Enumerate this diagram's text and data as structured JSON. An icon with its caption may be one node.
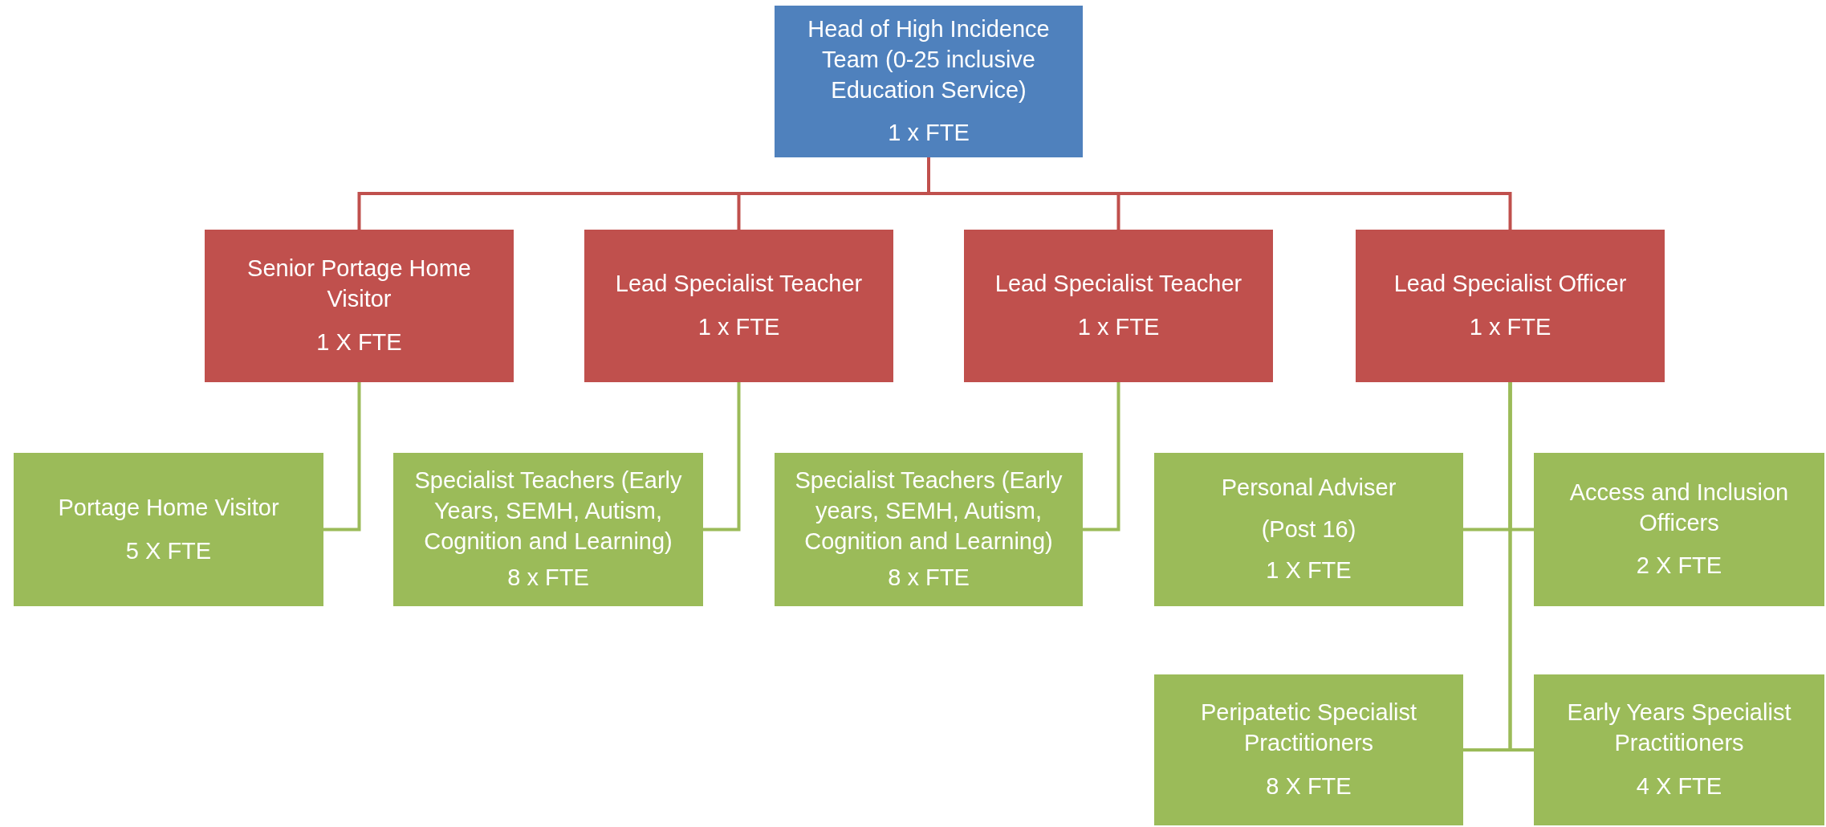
{
  "diagram": {
    "nodes": [
      {
        "text": [
          "Head of High Incidence Team (0-25 inclusive Education Service)",
          "1 x FTE"
        ]
      },
      {
        "text": [
          "Senior Portage Home Visitor",
          "1 X FTE"
        ]
      },
      {
        "text": [
          "Lead Specialist Teacher",
          "1 x FTE"
        ]
      },
      {
        "text": [
          "Lead Specialist Teacher",
          "1 x FTE"
        ]
      },
      {
        "text": [
          "Lead Specialist Officer",
          "1 x FTE"
        ]
      },
      {
        "text": [
          "Portage Home Visitor",
          "5 X FTE"
        ]
      },
      {
        "text": [
          "Specialist Teachers (Early Years, SEMH, Autism, Cognition and Learning)",
          "8 x FTE"
        ]
      },
      {
        "text": [
          "Specialist Teachers (Early years, SEMH, Autism, Cognition and Learning)",
          "8 x FTE"
        ]
      },
      {
        "text": [
          "Personal Adviser",
          "(Post 16)",
          "1 X FTE"
        ]
      },
      {
        "text": [
          "Access and Inclusion Officers",
          "2 X FTE"
        ]
      },
      {
        "text": [
          "Peripatetic Specialist Practitioners",
          "8 X FTE"
        ]
      },
      {
        "text": [
          "Early Years Specialist Practitioners",
          "4 X FTE"
        ]
      }
    ],
    "edges": [
      {
        "from": 0,
        "to": 1,
        "arrow": "none",
        "color": "#c0504d"
      },
      {
        "from": 0,
        "to": 2,
        "arrow": "none",
        "color": "#c0504d"
      },
      {
        "from": 0,
        "to": 3,
        "arrow": "none",
        "color": "#c0504d"
      },
      {
        "from": 0,
        "to": 4,
        "arrow": "none",
        "color": "#c0504d"
      },
      {
        "from": 1,
        "to": 5,
        "arrow": "none"
      },
      {
        "from": 2,
        "to": 6,
        "arrow": "none"
      },
      {
        "from": 3,
        "to": 7,
        "arrow": "none"
      },
      {
        "from": 4,
        "to": 8,
        "arrow": "none"
      },
      {
        "from": 4,
        "to": 9,
        "arrow": "none"
      },
      {
        "from": 4,
        "to": 10,
        "arrow": "none"
      },
      {
        "from": 4,
        "to": 11,
        "arrow": "none"
      }
    ]
  }
}
